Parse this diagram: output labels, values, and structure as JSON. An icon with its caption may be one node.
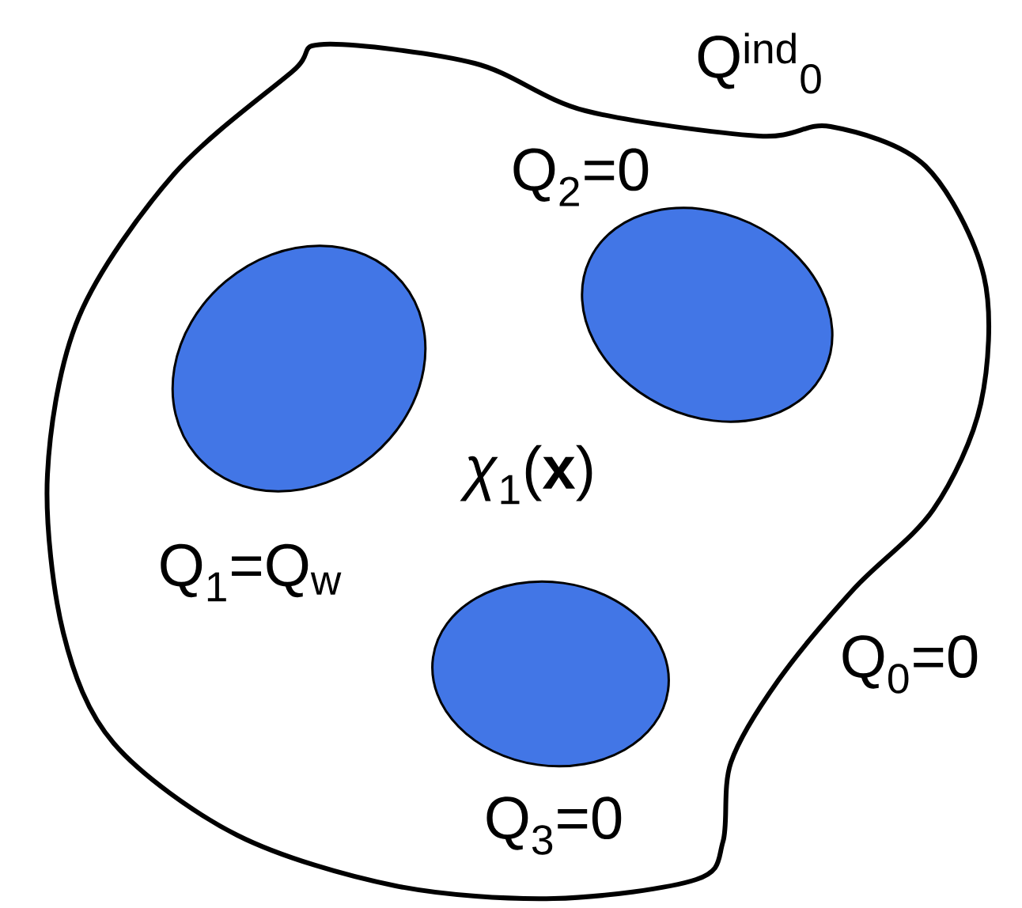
{
  "diagram": {
    "nodes": [
      {
        "text": [
          "*χ*$_{1}$(**x**)"
        ],
        "beside": [
          "Q$^{ind}$$_{0}$",
          "Q$_{0}$=0"
        ]
      },
      {
        "text": [],
        "shape": "ellipse",
        "in": 0,
        "beside": [
          "Q$_{1}$=Q$_{w}$"
        ]
      },
      {
        "text": [],
        "shape": "ellipse",
        "in": 0,
        "beside": [
          "Q$_{2}$=0"
        ]
      },
      {
        "text": [],
        "shape": "ellipse",
        "in": 0,
        "beside": [
          "Q$_{3}$=0"
        ]
      }
    ]
  }
}
